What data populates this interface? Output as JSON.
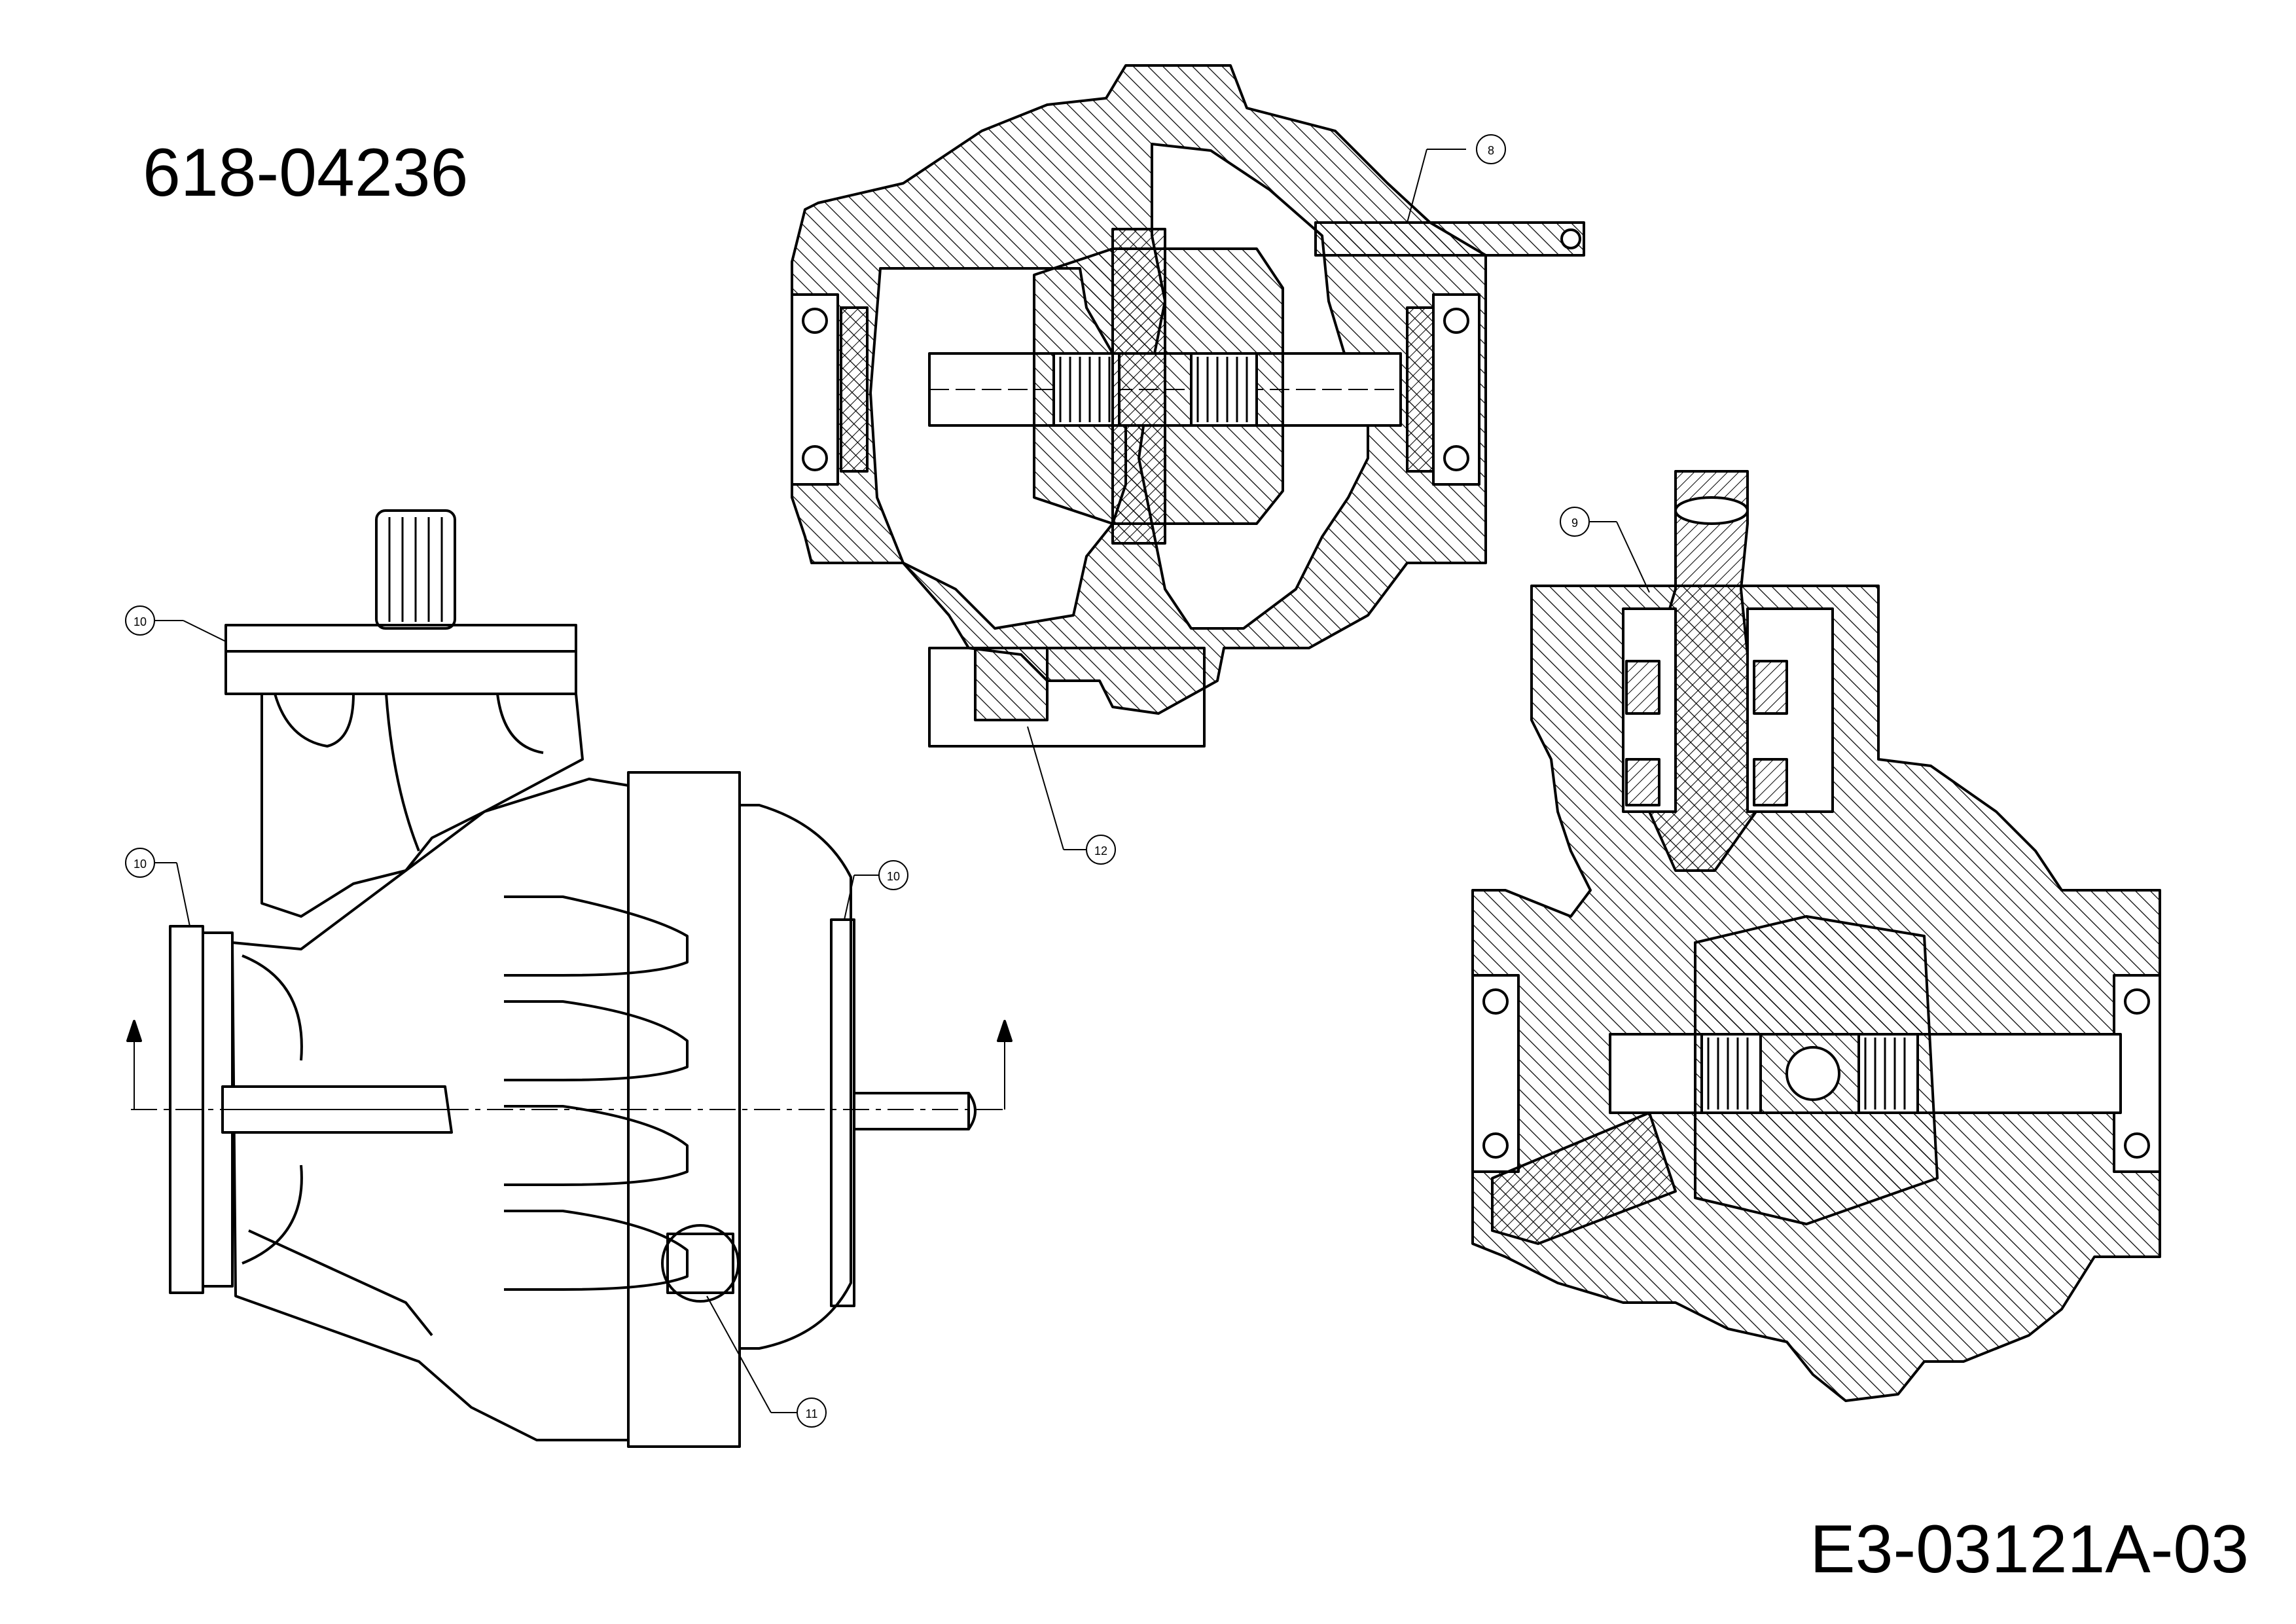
{
  "header": {
    "part_number": "618-04236"
  },
  "footer": {
    "drawing_code": "E3-03121A-03"
  },
  "callouts": [
    {
      "id": "8",
      "label": "8"
    },
    {
      "id": "9",
      "label": "9"
    },
    {
      "id": "10a",
      "label": "10"
    },
    {
      "id": "10b",
      "label": "10"
    },
    {
      "id": "10c",
      "label": "10"
    },
    {
      "id": "11",
      "label": "11"
    },
    {
      "id": "12",
      "label": "12"
    }
  ]
}
